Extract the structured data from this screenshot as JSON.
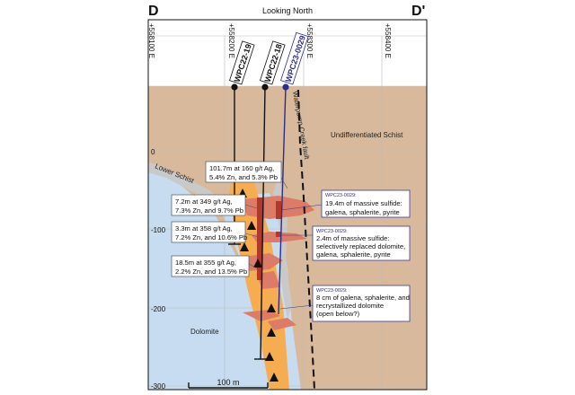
{
  "section": {
    "left_letter": "D",
    "right_letter": "D'",
    "view": "Looking North"
  },
  "eastings": [
    "+558100 E",
    "+558200 E",
    "+558300 E",
    "+558400 E"
  ],
  "depth_ticks": [
    "0",
    "-100",
    "-200",
    "-300"
  ],
  "units": {
    "upper": "Undifferentiated Schist",
    "lower_schist": "Lower Schist",
    "dolomite": "Dolomite",
    "fault": "Waterpump Creek fault"
  },
  "holes": [
    {
      "id": "WPC22-19"
    },
    {
      "id": "WPC22-18"
    },
    {
      "id": "WPC23-0029"
    }
  ],
  "intercepts": [
    {
      "line1": "101.7m at 160 g/t Ag,",
      "line2": "5.4% Zn, and 5.3% Pb"
    },
    {
      "line1": "7.2m at 349 g/t Ag,",
      "line2": "7.3% Zn, and 9.7% Pb"
    },
    {
      "line1": "3.3m at 358 g/t Ag,",
      "line2": "7.2% Zn, and 10.6% Pb"
    },
    {
      "line1": "18.5m at 355 g/t Ag,",
      "line2": "2.2% Zn, and 13.5% Pb"
    }
  ],
  "callouts": [
    {
      "hole": "WPC23-0029:",
      "lines": [
        "19.4m of massive sulfide:",
        "galena, sphalerite, pyrite"
      ]
    },
    {
      "hole": "WPC23-0029:",
      "lines": [
        "2.4m of massive sulfide:",
        "selectively replaced dolomite,",
        "galena, sphalerite, pyrite"
      ]
    },
    {
      "hole": "WPC23-0029:",
      "lines": [
        "8 cm of galena, sphalerite, and",
        "recrystallized dolomite",
        "(open below?)"
      ]
    }
  ],
  "scale_bar": "100 m",
  "colors": {
    "schist": "#d9b99b",
    "dolomite": "#c7dcf0",
    "lower_schist": "#c9c9c9",
    "ore_orange": "#f6ad52",
    "ore_red": "#dc7b67",
    "ore_dark": "#b2382c",
    "blue_hole": "#2b2d8c",
    "callout_border": "#3a3a90"
  }
}
